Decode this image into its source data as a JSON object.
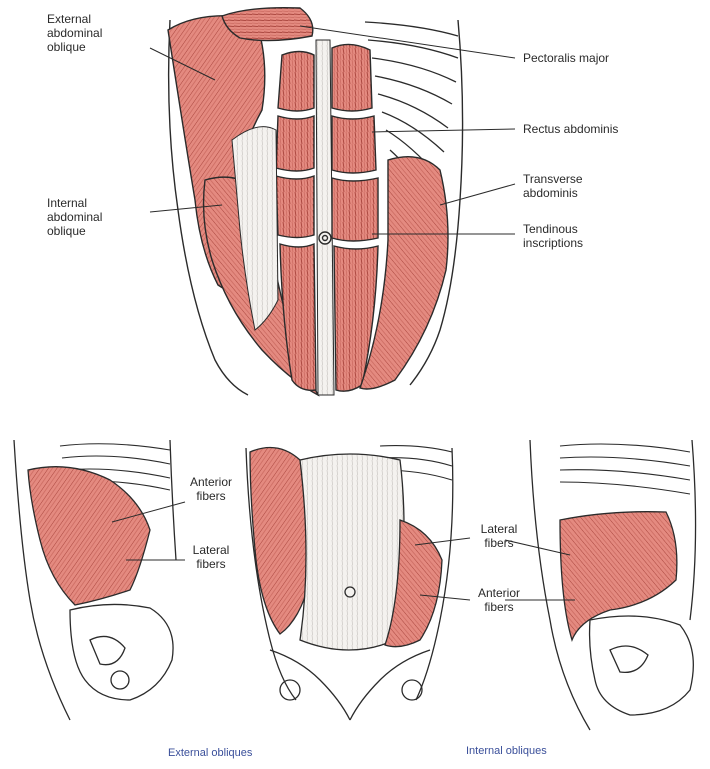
{
  "labels": {
    "top": {
      "external_oblique": "External\nabdominal\noblique",
      "internal_oblique": "Internal\nabdominal\noblique",
      "pectoralis_major": "Pectoralis major",
      "rectus_abdominis": "Rectus abdominis",
      "transverse_abdominis": "Transverse\nabdominis",
      "tendinous_inscriptions": "Tendinous\ninscriptions"
    },
    "bottom_middle": {
      "anterior_fibers": "Anterior\nfibers",
      "lateral_fibers": "Lateral\nfibers"
    },
    "bottom_right": {
      "lateral_fibers": "Lateral\nfibers",
      "anterior_fibers": "Anterior\nfibers"
    },
    "captions": {
      "external_obliques": "External obliques",
      "internal_obliques": "Internal obliques"
    }
  },
  "colors": {
    "muscle": "#e48a80",
    "muscle_dark": "#a8443c",
    "outline": "#2b2b2b",
    "caption": "#3a4f9a",
    "background": "#ffffff"
  }
}
